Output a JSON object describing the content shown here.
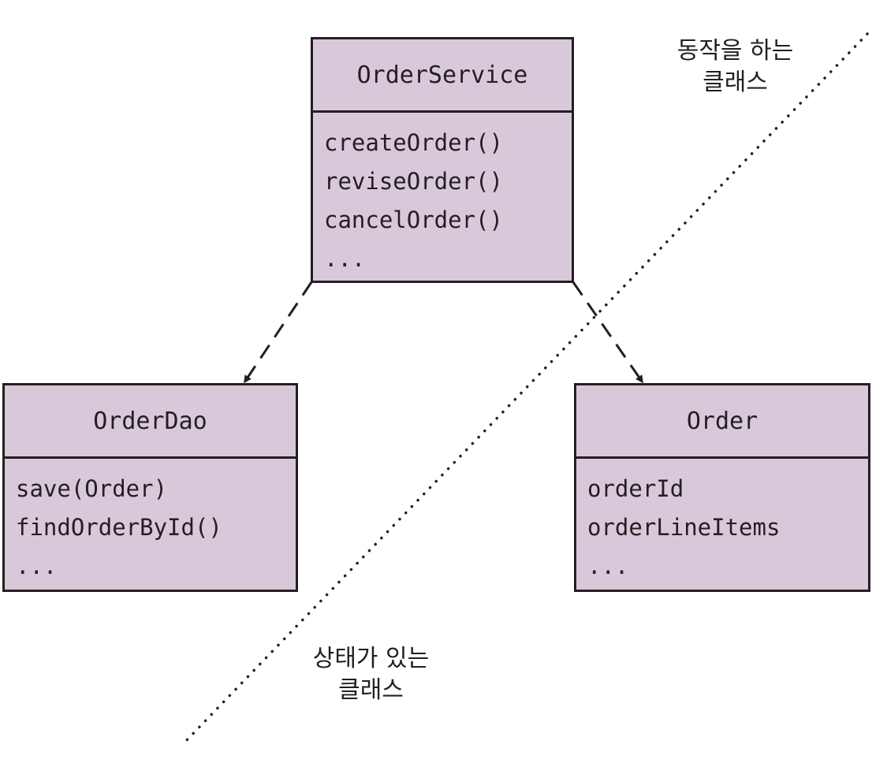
{
  "classes": {
    "order_service": {
      "name": "OrderService",
      "members": [
        "createOrder()",
        "reviseOrder()",
        "cancelOrder()",
        "..."
      ]
    },
    "order_dao": {
      "name": "OrderDao",
      "members": [
        "save(Order)",
        "findOrderById()",
        "..."
      ]
    },
    "order": {
      "name": "Order",
      "members": [
        "orderId",
        "orderLineItems",
        "..."
      ]
    }
  },
  "annotations": {
    "behavior": {
      "line1": "동작을 하는",
      "line2": "클래스"
    },
    "state": {
      "line1": "상태가 있는",
      "line2": "클래스"
    }
  },
  "colors": {
    "box_fill": "#d9c8da",
    "line": "#231f20"
  }
}
